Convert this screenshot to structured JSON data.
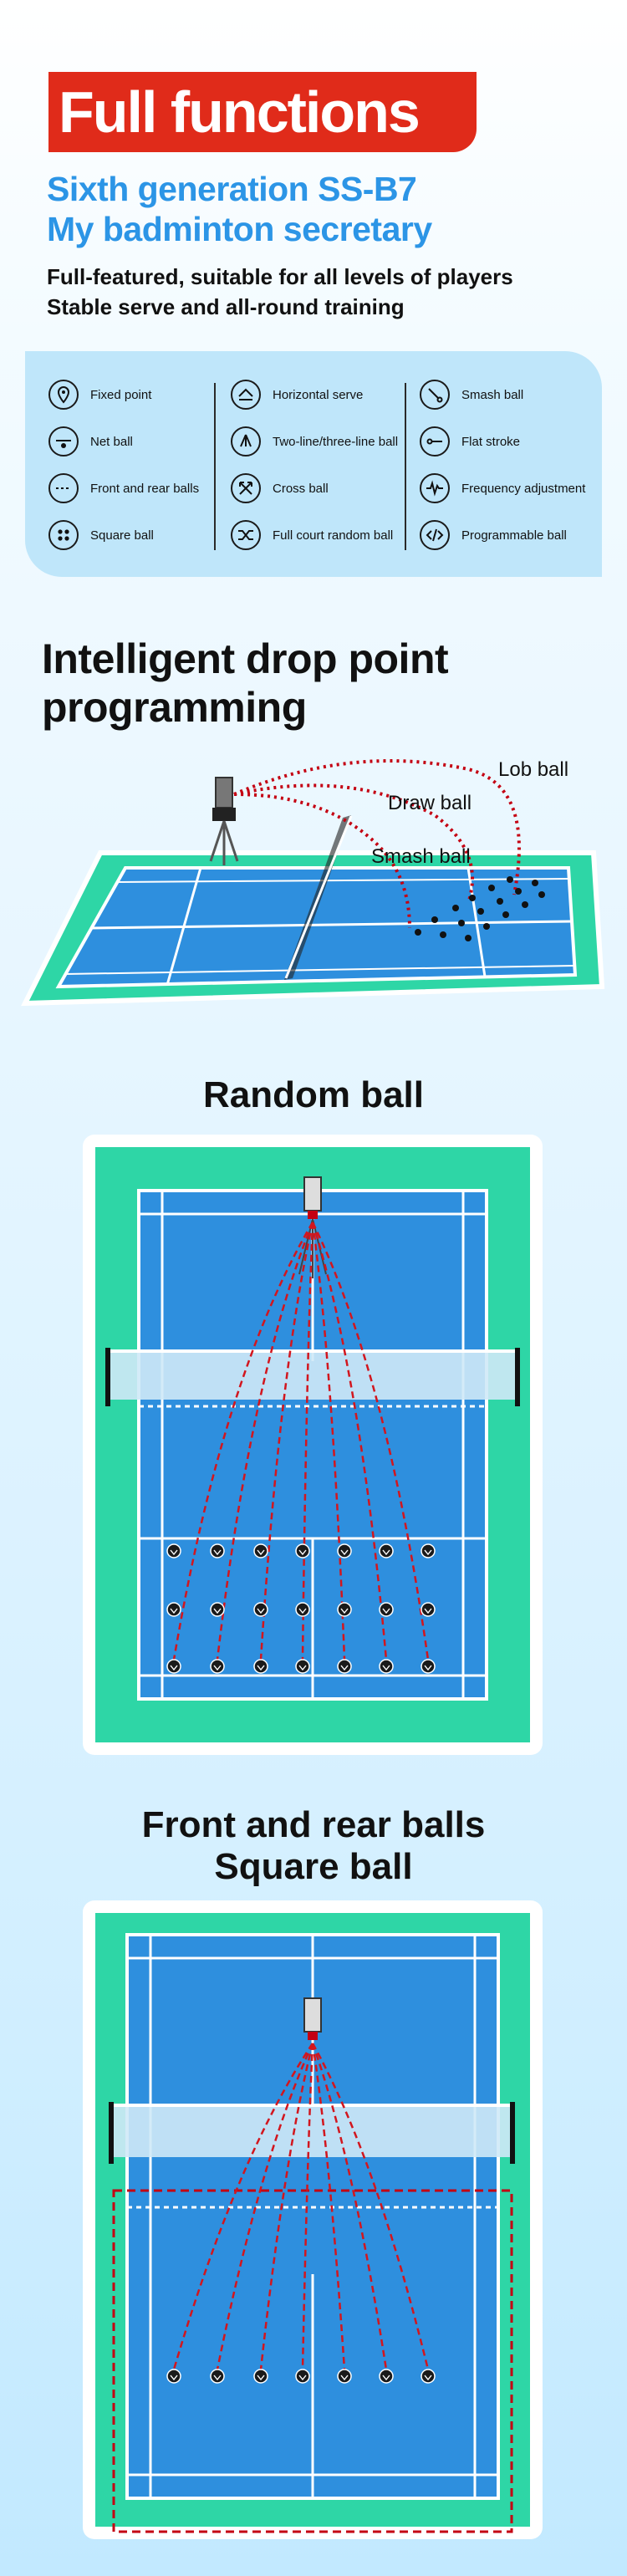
{
  "header": {
    "banner": "Full functions",
    "subtitle_line1": "Sixth generation SS-B7",
    "subtitle_line2": "My badminton secretary",
    "desc_line1": "Full-featured, suitable for all levels of players",
    "desc_line2": "Stable serve and all-round training"
  },
  "features": [
    {
      "label": "Fixed point",
      "icon": "location-pin-icon"
    },
    {
      "label": "Net ball",
      "icon": "net-ball-icon"
    },
    {
      "label": "Front and rear balls",
      "icon": "dashed-line-icon"
    },
    {
      "label": "Square ball",
      "icon": "four-dots-icon"
    },
    {
      "label": "Horizontal serve",
      "icon": "horizontal-arrows-icon"
    },
    {
      "label": "Two-line/three-line ball",
      "icon": "multi-line-icon"
    },
    {
      "label": "Cross ball",
      "icon": "cross-arrows-icon"
    },
    {
      "label": "Full court random ball",
      "icon": "shuffle-icon"
    },
    {
      "label": "Smash ball",
      "icon": "smash-icon"
    },
    {
      "label": "Flat stroke",
      "icon": "flat-line-icon"
    },
    {
      "label": "Frequency adjustment",
      "icon": "pulse-icon"
    },
    {
      "label": "Programmable ball",
      "icon": "code-icon"
    }
  ],
  "section1": {
    "title_line1": "Intelligent drop point",
    "title_line2": "programming",
    "labels": {
      "lob": "Lob ball",
      "draw": "Draw ball",
      "smash": "Smash ball"
    }
  },
  "section2": {
    "title": "Random ball"
  },
  "section3": {
    "title_line1": "Front and rear balls",
    "title_line2": "Square ball"
  },
  "colors": {
    "accent_red": "#e02b1a",
    "brand_blue": "#2c95e6",
    "court_blue": "#2e8fde",
    "court_green": "#2ed6a6"
  }
}
